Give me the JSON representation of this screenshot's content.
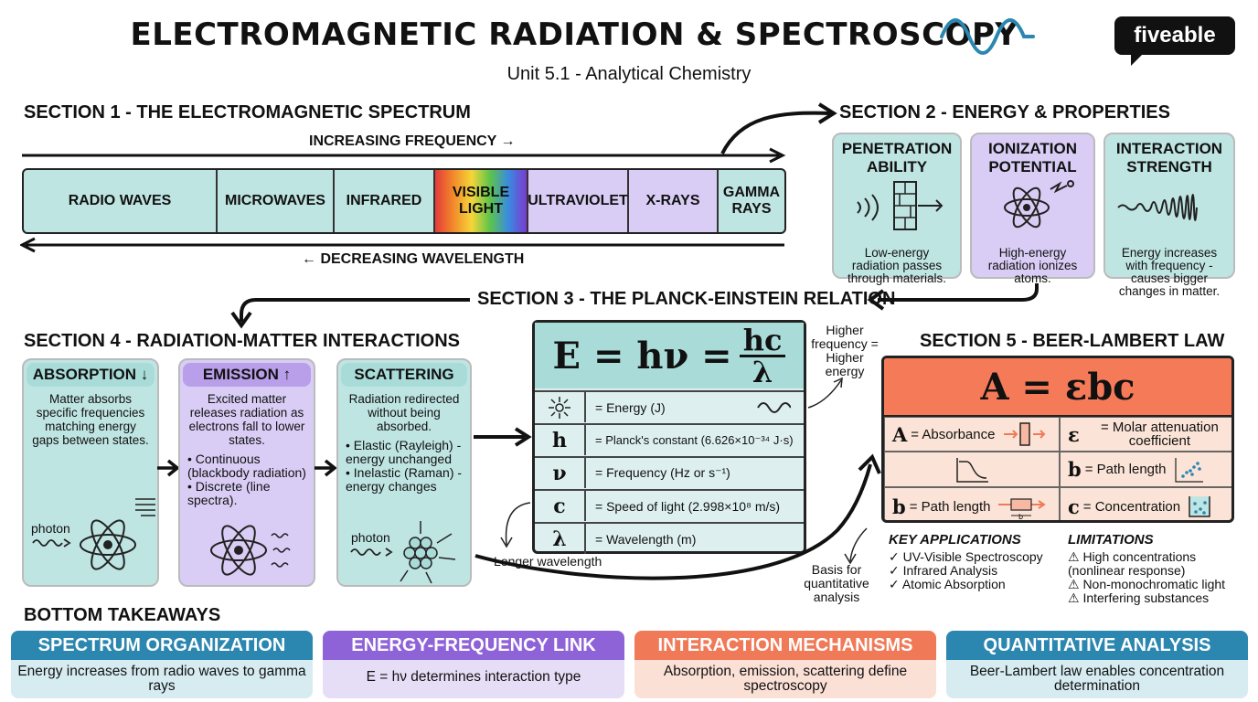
{
  "header": {
    "title": "ELECTROMAGNETIC RADIATION & SPECTROSCOPY",
    "subtitle": "Unit 5.1 - Analytical Chemistry",
    "brand": "fiveable"
  },
  "section1": {
    "heading": "SECTION 1 - THE ELECTROMAGNETIC SPECTRUM",
    "top_arrow": "INCREASING FREQUENCY →",
    "bottom_arrow": "← DECREASING WAVELENGTH",
    "bands": [
      "RADIO WAVES",
      "MICROWAVES",
      "INFRARED",
      "VISIBLE LIGHT",
      "ULTRAVIOLET",
      "X-RAYS",
      "GAMMA RAYS"
    ]
  },
  "section2": {
    "heading": "SECTION 2 - ENERGY & PROPERTIES",
    "cards": [
      {
        "title": "PENETRATION ABILITY",
        "text": "Low-energy radiation passes through materials."
      },
      {
        "title": "IONIZATION POTENTIAL",
        "text": "High-energy radiation ionizes atoms."
      },
      {
        "title": "INTERACTION STRENGTH",
        "text": "Energy increases with frequency - causes bigger changes in matter."
      }
    ]
  },
  "section3": {
    "heading": "SECTION 3 - THE PLANCK-EINSTEIN RELATION",
    "equation_left": "E = hν =",
    "equation_num": "hc",
    "equation_den": "λ",
    "rows": [
      {
        "sym": "",
        "def": "= Energy (J)"
      },
      {
        "sym": "h",
        "def": "= Planck's constant (6.626×10⁻³⁴ J·s)"
      },
      {
        "sym": "ν",
        "def": "= Frequency (Hz or s⁻¹)"
      },
      {
        "sym": "c",
        "def": "= Speed of light (2.998×10⁸ m/s)"
      },
      {
        "sym": "λ",
        "def": "= Wavelength (m)"
      }
    ],
    "note_high": "Higher frequency = Higher energy",
    "note_long": "Longer wavelength"
  },
  "section4": {
    "heading": "SECTION 4 - RADIATION-MATTER INTERACTIONS",
    "absorption": {
      "title": "ABSORPTION ↓",
      "text": "Matter absorbs specific frequencies matching energy gaps between states.",
      "photon": "photon"
    },
    "emission": {
      "title": "EMISSION ↑",
      "text": "Excited matter releases radiation as electrons fall to lower states.",
      "bullets": [
        "• Continuous (blackbody radiation)",
        "• Discrete (line spectra)."
      ]
    },
    "scattering": {
      "title": "SCATTERING",
      "text": "Radiation redirected without being absorbed.",
      "bullets": [
        "• Elastic (Rayleigh) - energy unchanged",
        "• Inelastic (Raman) - energy changes"
      ],
      "photon": "photon"
    }
  },
  "section5": {
    "heading": "SECTION 5 - BEER-LAMBERT LAW",
    "equation": "A = εbc",
    "cells": {
      "a_sym": "A",
      "a_def": "= Absorbance",
      "e_sym": "ε",
      "e_def": "= Molar attenuation coefficient",
      "b1_sym": "b",
      "b1_def": "= Path length",
      "b2_sym": "b",
      "b2_def": "= Path length",
      "c_sym": "c",
      "c_def": "= Concentration",
      "b_mark": "b"
    },
    "basis_note": "Basis for quantitative analysis",
    "applications_title": "KEY APPLICATIONS",
    "applications": [
      "✓ UV-Visible Spectroscopy",
      "✓ Infrared Analysis",
      "✓ Atomic Absorption"
    ],
    "limitations_title": "LIMITATIONS",
    "limitations": [
      "⚠ High concentrations (nonlinear response)",
      "⚠ Non-monochromatic light",
      "⚠ Interfering substances"
    ]
  },
  "takeaways": {
    "heading": "BOTTOM TAKEAWAYS",
    "items": [
      {
        "title": "SPECTRUM ORGANIZATION",
        "text": "Energy increases from radio waves to gamma rays",
        "color": "#2b86b0",
        "bg": "#d6ecf1"
      },
      {
        "title": "ENERGY-FREQUENCY LINK",
        "text": "E = hν determines interaction type",
        "color": "#8f63d8",
        "bg": "#e6def7"
      },
      {
        "title": "INTERACTION MECHANISMS",
        "text": "Absorption, emission, scattering define spectroscopy",
        "color": "#f07a58",
        "bg": "#fbe0d6"
      },
      {
        "title": "QUANTITATIVE ANALYSIS",
        "text": "Beer-Lambert law enables concentration determination",
        "color": "#2b86b0",
        "bg": "#d6ecf1"
      }
    ]
  }
}
